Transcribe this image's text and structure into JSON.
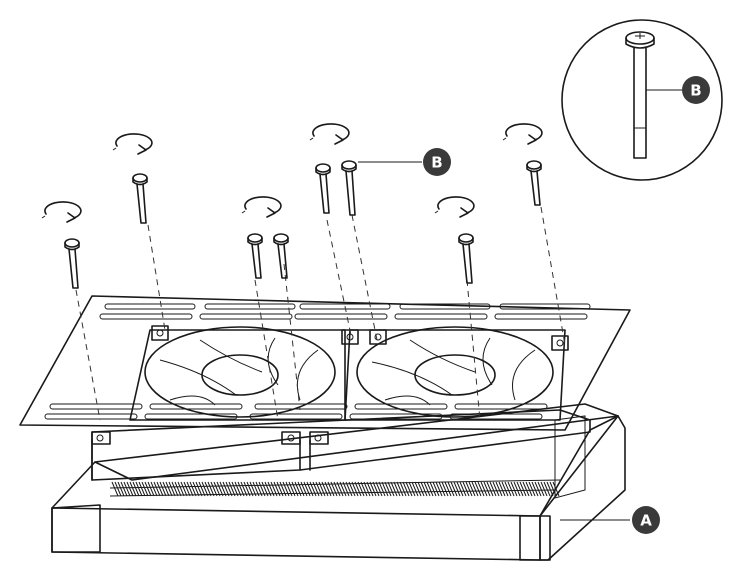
{
  "callouts": {
    "a": {
      "letter": "A",
      "part": "radiator"
    },
    "b": {
      "letter": "B",
      "part": "long-screw"
    },
    "b_detail": {
      "letter": "B",
      "part": "long-screw-detail"
    }
  },
  "colors": {
    "ink": "#1a1a1a",
    "callout_fill": "#3a3a3a",
    "paper": "#ffffff"
  },
  "icons": [
    "rotate-clockwise-icon",
    "screw-icon"
  ]
}
